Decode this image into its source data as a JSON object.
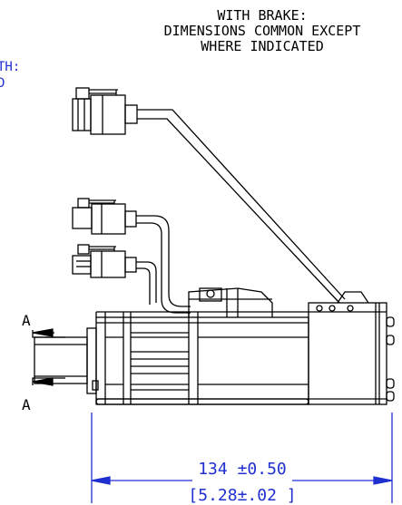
{
  "header_note": {
    "line1": "WITH BRAKE:",
    "line2": "DIMENSIONS COMMON EXCEPT",
    "line3": "WHERE INDICATED"
  },
  "left_fragment": {
    "line1": "TH:",
    "line2": "D"
  },
  "section_markers": {
    "top": "A",
    "bottom": "A"
  },
  "dimension": {
    "metric": "134 ±0.50",
    "imperial": "[5.28±.02 ]"
  },
  "colors": {
    "line": "#000000",
    "dimension": "#1f2fd0"
  }
}
